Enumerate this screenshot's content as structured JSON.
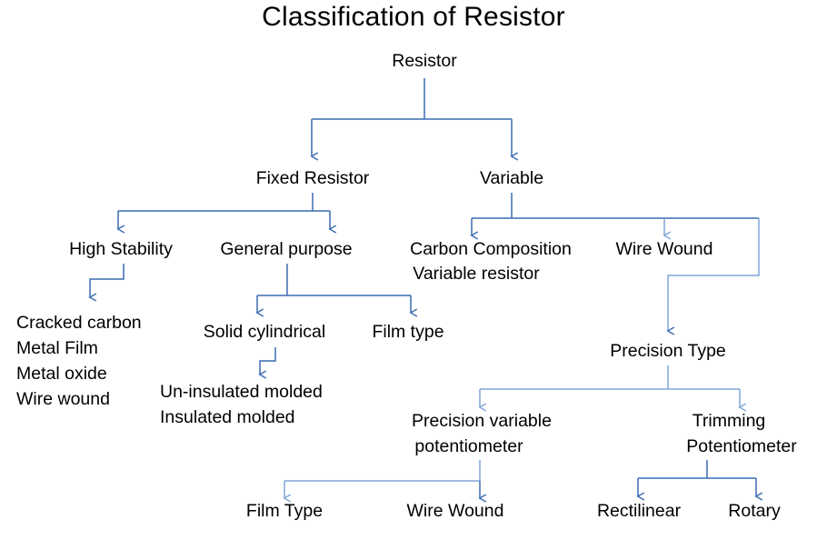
{
  "diagram": {
    "title": "Classification of Resistor",
    "type": "tree-flowchart",
    "line_color": "#3A6BB0",
    "line_color_light": "#7FA6D9",
    "text_color": "#000000",
    "background": "#ffffff",
    "nodes": {
      "root": "Resistor",
      "fixed_resistor": "Fixed Resistor",
      "variable": "Variable",
      "high_stability": "High Stability",
      "general_purpose": "General purpose",
      "carbon_composition": "Carbon Composition",
      "carbon_composition_line2": "Variable resistor",
      "wire_wound_variable": "Wire Wound",
      "cracked_carbon": "Cracked carbon",
      "metal_film": "Metal Film",
      "metal_oxide": "Metal oxide",
      "wire_wound_list": "Wire wound",
      "solid_cylindrical": "Solid cylindrical",
      "film_type_general": "Film type",
      "un_insulated_molded": "Un-insulated molded",
      "insulated_molded": "Insulated molded",
      "precision_type": "Precision Type",
      "precision_variable_l1": "Precision variable",
      "precision_variable_l2": "potentiometer",
      "trimming_l1": "Trimming",
      "trimming_l2": "Potentiometer",
      "film_type_leaf": "Film Type",
      "wire_wound_leaf": "Wire Wound",
      "rectilinear": "Rectilinear",
      "rotary": "Rotary"
    },
    "hierarchy": [
      {
        "label": "Resistor",
        "children": [
          {
            "label": "Fixed Resistor",
            "children": [
              {
                "label": "High Stability",
                "children": [
                  {
                    "label": "Cracked carbon"
                  },
                  {
                    "label": "Metal Film"
                  },
                  {
                    "label": "Metal oxide"
                  },
                  {
                    "label": "Wire wound"
                  }
                ]
              },
              {
                "label": "General purpose",
                "children": [
                  {
                    "label": "Solid cylindrical",
                    "children": [
                      {
                        "label": "Un-insulated molded"
                      },
                      {
                        "label": "Insulated molded"
                      }
                    ]
                  },
                  {
                    "label": "Film type"
                  }
                ]
              }
            ]
          },
          {
            "label": "Variable",
            "children": [
              {
                "label": "Carbon Composition Variable resistor"
              },
              {
                "label": "Wire Wound",
                "children": [
                  {
                    "label": "Precision Type",
                    "children": [
                      {
                        "label": "Precision variable potentiometer",
                        "children": [
                          {
                            "label": "Film Type"
                          },
                          {
                            "label": "Wire Wound"
                          }
                        ]
                      },
                      {
                        "label": "Trimming Potentiometer",
                        "children": [
                          {
                            "label": "Rectilinear"
                          },
                          {
                            "label": "Rotary"
                          }
                        ]
                      }
                    ]
                  }
                ]
              }
            ]
          }
        ]
      }
    ]
  }
}
